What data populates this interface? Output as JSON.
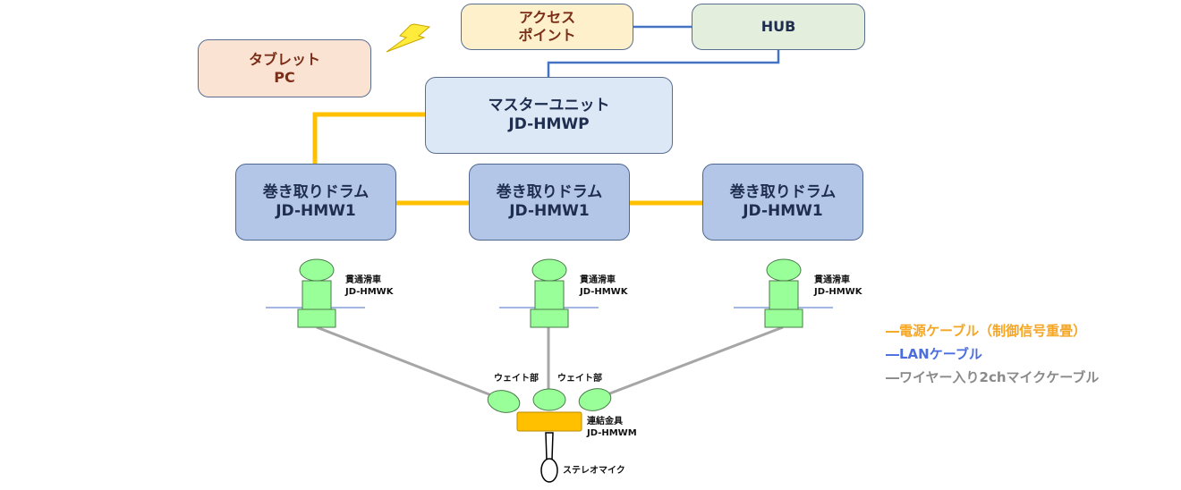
{
  "nodes": {
    "access_point": {
      "line1": "アクセス",
      "line2": "ポイント"
    },
    "hub": {
      "label": "HUB"
    },
    "tablet": {
      "line1": "タブレット",
      "line2": "PC"
    },
    "master": {
      "line1": "マスターユニット",
      "line2": "JD-HMWP"
    },
    "drums": [
      {
        "line1": "巻き取りドラム",
        "line2": "JD-HMW1"
      },
      {
        "line1": "巻き取りドラム",
        "line2": "JD-HMW1"
      },
      {
        "line1": "巻き取りドラム",
        "line2": "JD-HMW1"
      }
    ]
  },
  "pulleys": [
    {
      "line1": "貫通滑車",
      "line2": "JD-HMWK"
    },
    {
      "line1": "貫通滑車",
      "line2": "JD-HMWK"
    },
    {
      "line1": "貫通滑車",
      "line2": "JD-HMWK"
    }
  ],
  "weights": {
    "left_label": "ウェイト部",
    "right_label": "ウェイト部"
  },
  "connector": {
    "line1": "連結金具",
    "line2": "JD-HMWM"
  },
  "microphone": {
    "label": "ステレオマイク"
  },
  "legend": {
    "power": "―電源ケーブル（制御信号重畳）",
    "lan": "―LANケーブル",
    "wire": "―ワイヤー入り2chマイクケーブル"
  },
  "colors": {
    "power_cable": "#ffc000",
    "lan_cable": "#4472c4",
    "wire_cable": "#a6a6a6",
    "device_green": "#99ff99",
    "connector_orange": "#ffc000",
    "lightning": "#ffeb3b"
  },
  "icons": {
    "wireless": "lightning-bolt-icon"
  }
}
